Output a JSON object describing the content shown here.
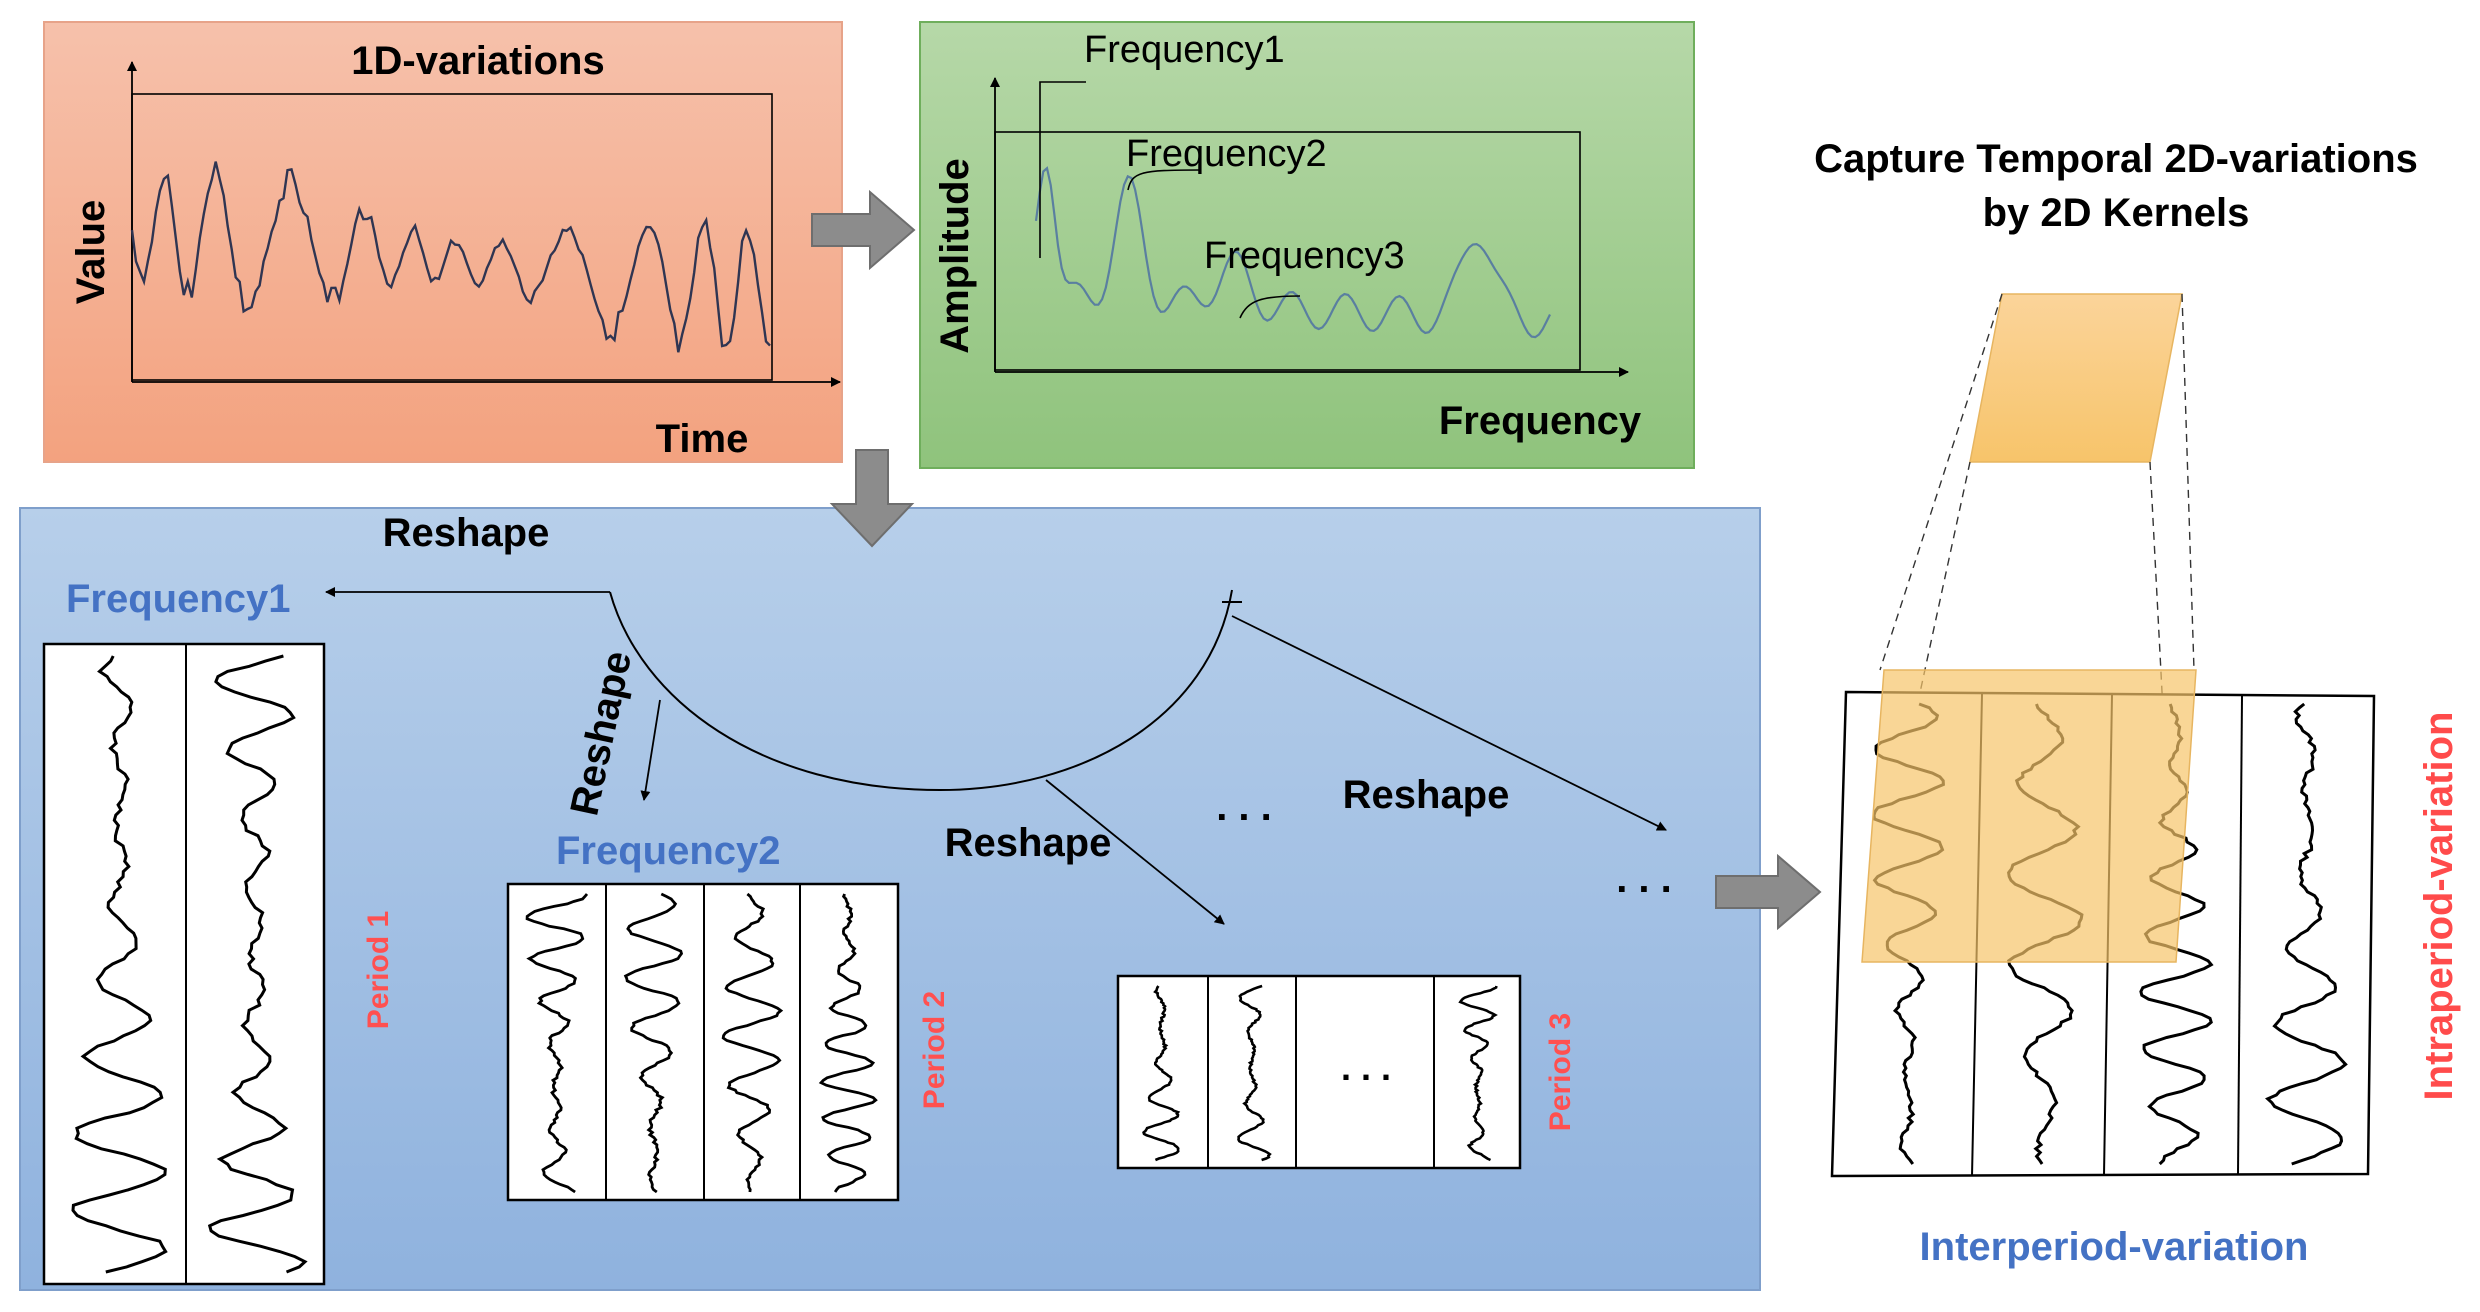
{
  "panel_1d": {
    "title": "1D-variations",
    "y_label": "Value",
    "x_label": "Time",
    "fill_top": "#f6c1ab",
    "fill_bottom": "#f3a27f"
  },
  "panel_freq": {
    "y_label": "Amplitude",
    "x_label": "Frequency",
    "annotations": [
      "Frequency1",
      "Frequency2",
      "Frequency3"
    ],
    "fill_top": "#b6d8a8",
    "fill_bottom": "#8fc37c"
  },
  "panel_main": {
    "fill_top": "#b7cfea",
    "fill_bottom": "#8fb2de"
  },
  "reshape_labels": [
    "Reshape",
    "Reshape",
    "Reshape",
    "Reshape"
  ],
  "frequency_labels": [
    "Frequency1",
    "Frequency2"
  ],
  "period_labels": [
    "Period 1",
    "Period 2",
    "Period 3"
  ],
  "ellipsis": ". . .",
  "right_panel": {
    "title_line1": "Capture Temporal 2D-variations",
    "title_line2": "by 2D Kernels",
    "inter_label": "Interperiod-variation",
    "intra_label": "Intraperiod-variation"
  },
  "colors": {
    "accent_blue": "#4472c4",
    "period_red": "#ff5050",
    "label_red": "#ff4b4b",
    "kernel_orange": "#f7c46a",
    "arrow_gray": "#8c8c8c",
    "curve_navy": "#2f3552",
    "spectrum_blue": "#5a7fa0"
  }
}
